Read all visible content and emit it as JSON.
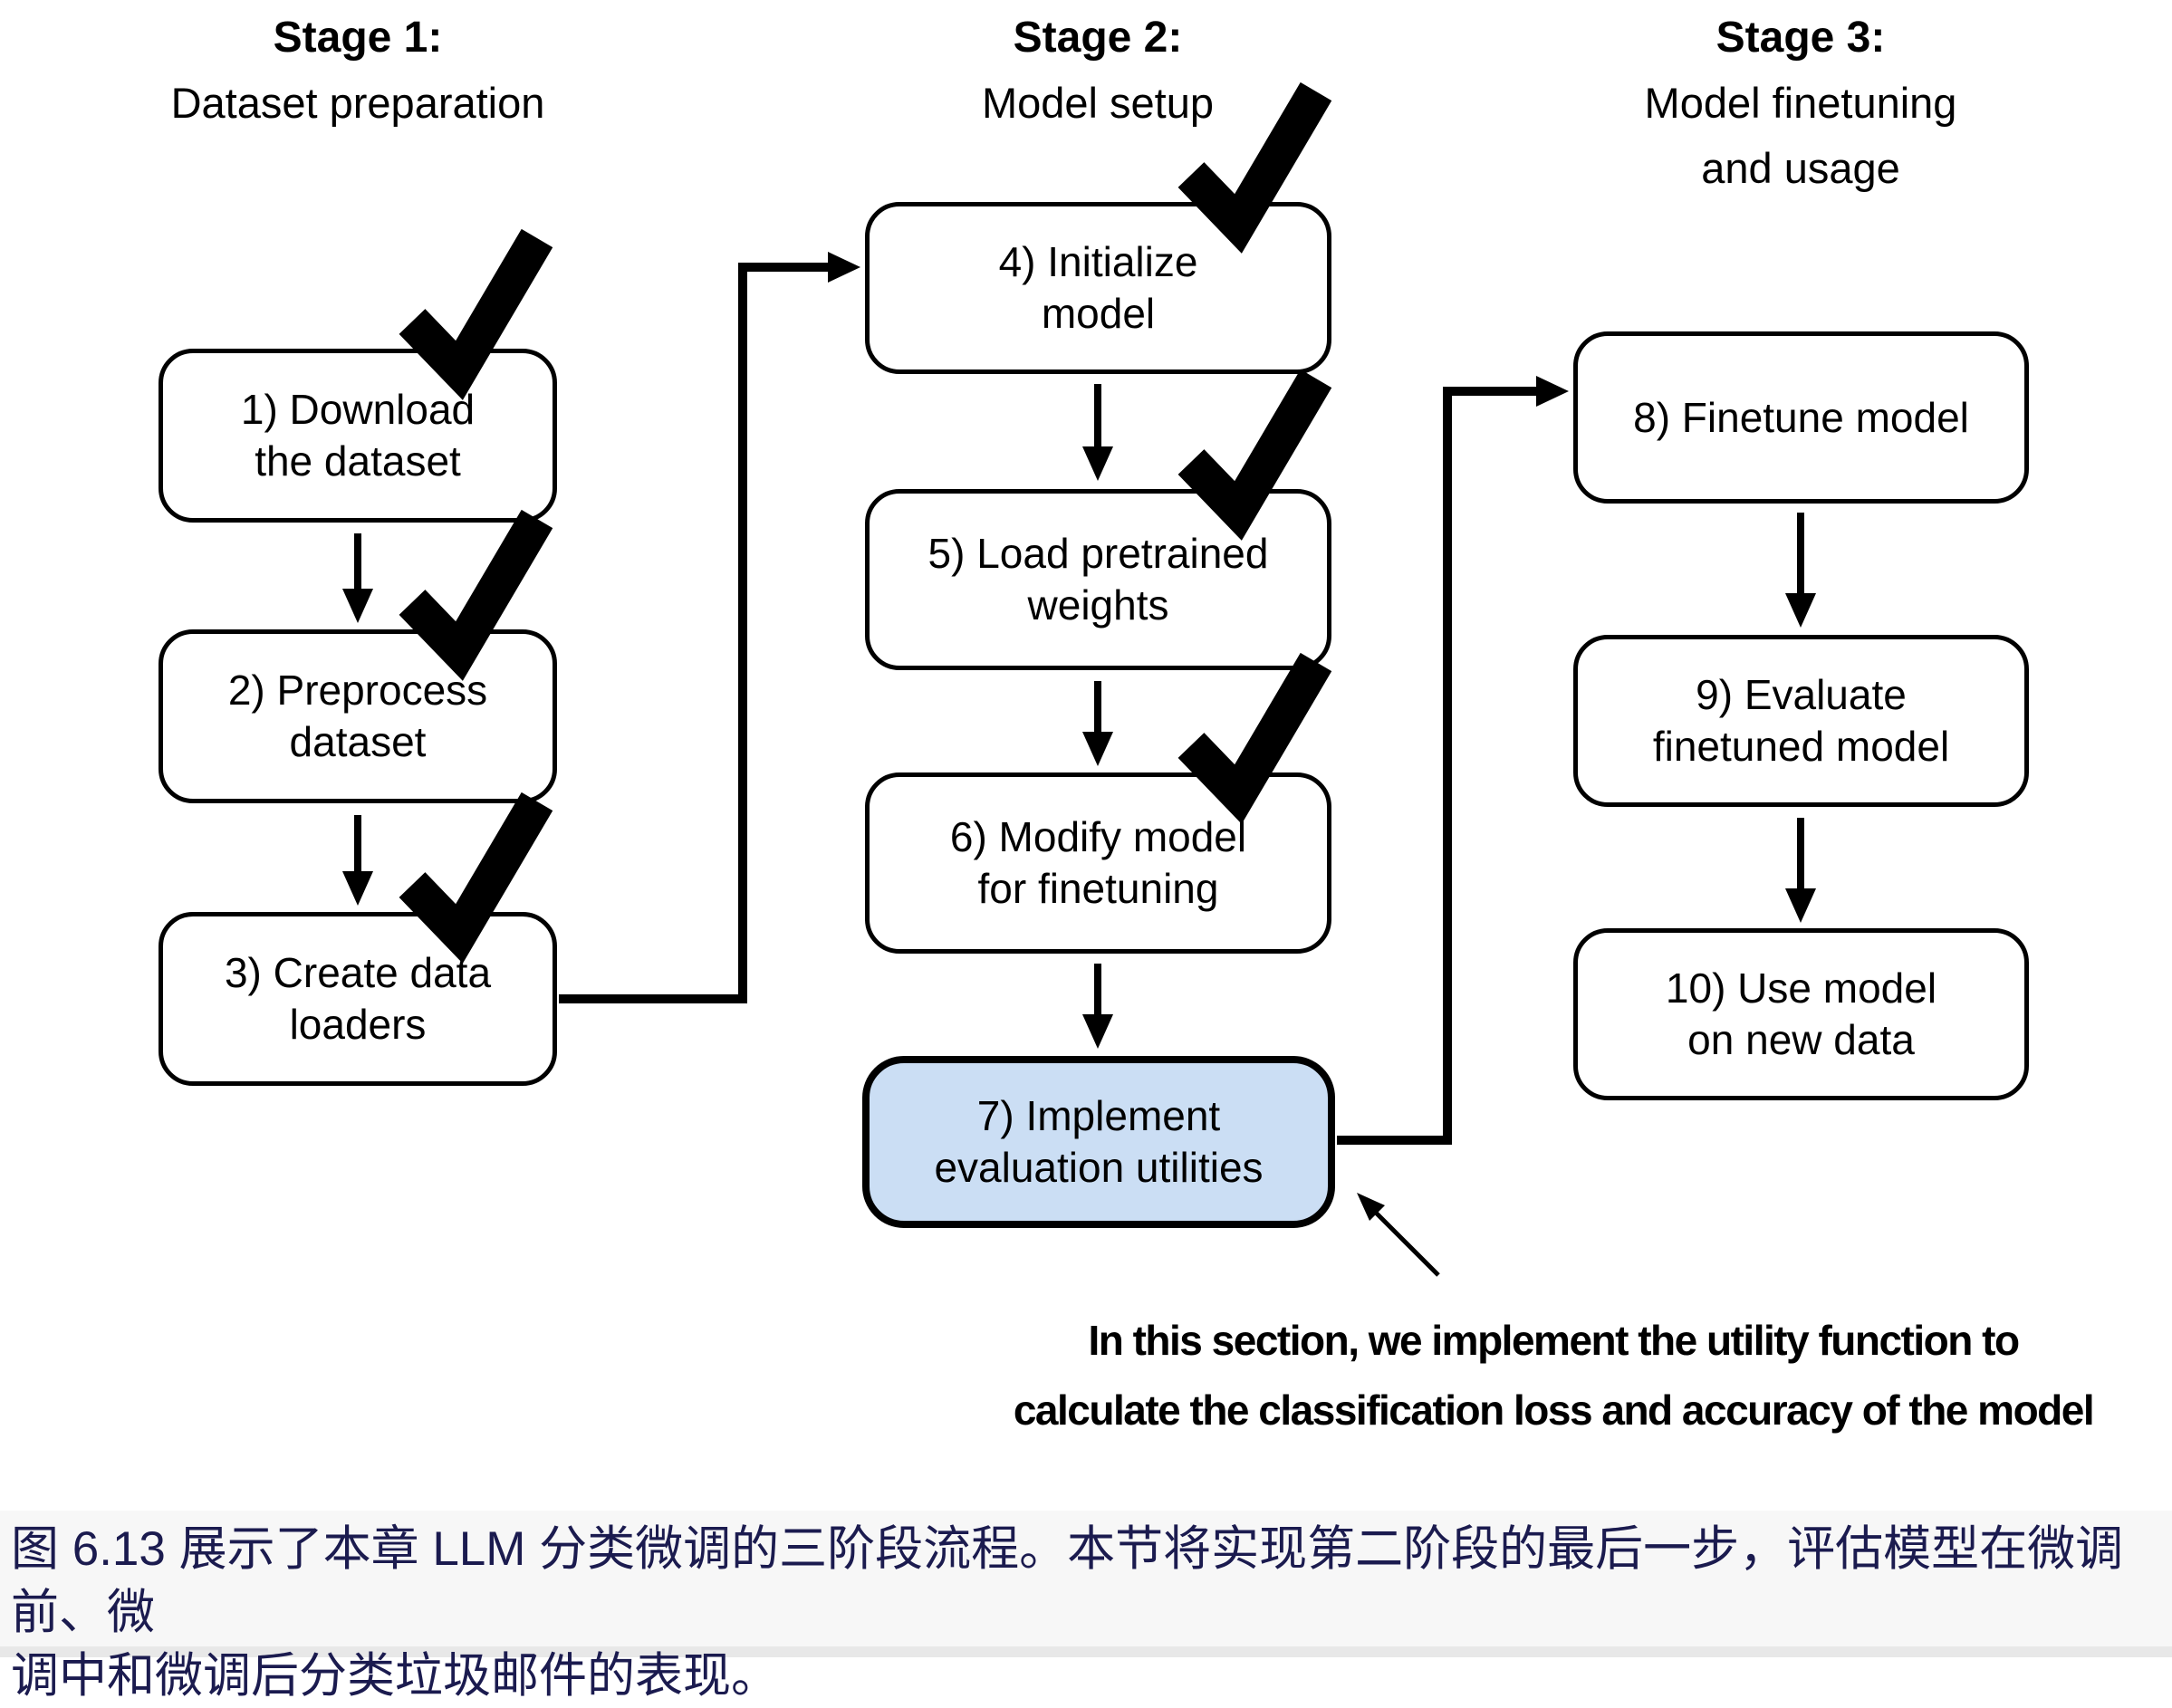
{
  "figure": {
    "kind": "three-stage LLM classification finetuning flowchart"
  },
  "stage_headers": [
    {
      "title": "Stage 1:",
      "line2": "Dataset preparation",
      "line3": ""
    },
    {
      "title": "Stage 2:",
      "line2": "Model setup",
      "line3": ""
    },
    {
      "title": "Stage 3:",
      "line2": "Model finetuning",
      "line3": "and usage"
    }
  ],
  "boxes": [
    {
      "line1": "1) Download",
      "line2": "the dataset",
      "checked": true,
      "highlighted": false
    },
    {
      "line1": "2) Preprocess",
      "line2": "dataset",
      "checked": true,
      "highlighted": false
    },
    {
      "line1": "3) Create data",
      "line2": "loaders",
      "checked": true,
      "highlighted": false
    },
    {
      "line1": "4) Initialize",
      "line2": "model",
      "checked": true,
      "highlighted": false
    },
    {
      "line1": "5) Load pretrained",
      "line2": "weights",
      "checked": true,
      "highlighted": false
    },
    {
      "line1": "6) Modify model",
      "line2": "for finetuning",
      "checked": true,
      "highlighted": false
    },
    {
      "line1": "7) Implement",
      "line2": "evaluation utilities",
      "checked": false,
      "highlighted": true
    },
    {
      "line1": "8) Finetune model",
      "line2": "",
      "checked": false,
      "highlighted": false
    },
    {
      "line1": "9) Evaluate",
      "line2": "finetuned model",
      "checked": false,
      "highlighted": false
    },
    {
      "line1": "10) Use model",
      "line2": "on new data",
      "checked": false,
      "highlighted": false
    }
  ],
  "annotation": {
    "line1": "In this section, we implement the utility function to",
    "line2": "calculate the classification loss and accuracy of the model"
  },
  "caption": {
    "line1": "图 6.13 展示了本章 LLM 分类微调的三阶段流程。本节将实现第二阶段的最后一步，评估模型在微调前、微",
    "line2": "调中和微调后分类垃圾邮件的表现。"
  },
  "colors": {
    "highlight_fill": "#cbdef4",
    "ink": "#000000",
    "caption_text": "#1b1b4f",
    "caption_band": "#f7f7f7",
    "bottom_strip": "#e8e8e8"
  }
}
